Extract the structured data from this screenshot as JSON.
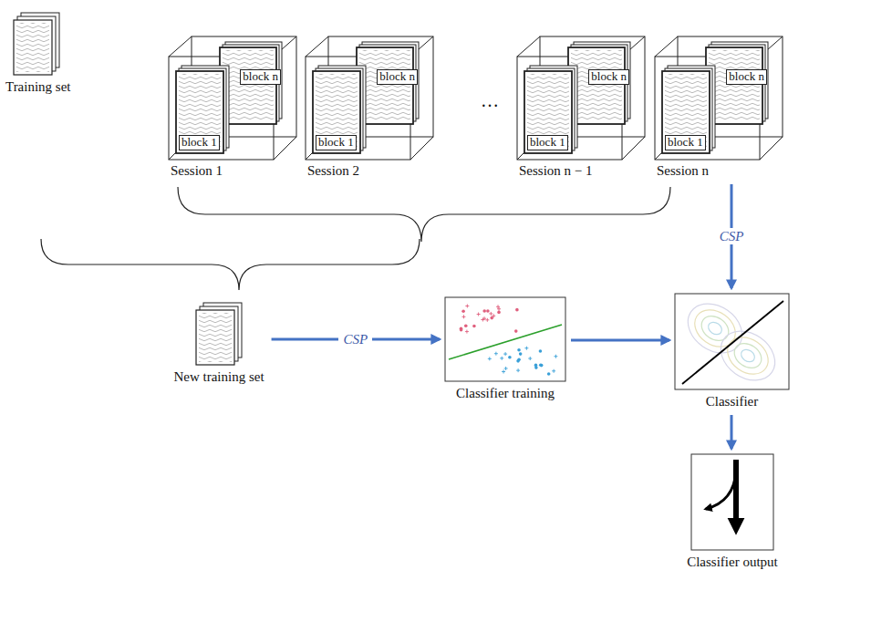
{
  "diagram": {
    "nodes": [
      {
        "text": [
          "Training set"
        ]
      },
      {
        "text": [
          "Session 1"
        ]
      },
      {
        "text": [
          "block 1"
        ],
        "in": 1
      },
      {
        "text": [
          "block n"
        ],
        "in": 1
      },
      {
        "text": [
          "Session 2"
        ]
      },
      {
        "text": [
          "block 1"
        ],
        "in": 4
      },
      {
        "text": [
          "block n"
        ],
        "in": 4
      },
      {
        "text": [
          "Session n − 1"
        ]
      },
      {
        "text": [
          "block 1"
        ],
        "in": 7
      },
      {
        "text": [
          "block n"
        ],
        "in": 7
      },
      {
        "text": [
          "Session n"
        ]
      },
      {
        "text": [
          "block 1"
        ],
        "in": 10
      },
      {
        "text": [
          "block n"
        ],
        "in": 10
      },
      {
        "text": [
          "New training set"
        ]
      },
      {
        "text": [
          "Classifier training"
        ]
      },
      {
        "text": [
          "Classifier"
        ]
      },
      {
        "text": [
          "Classifier output"
        ]
      }
    ],
    "edges": [
      {
        "from": 13,
        "to": 14,
        "arrow": "to",
        "label": "CSP"
      },
      {
        "from": 14,
        "to": 15,
        "arrow": "to"
      },
      {
        "from": 10,
        "to": 15,
        "arrow": "to",
        "label": "CSP"
      },
      {
        "from": 15,
        "to": 16,
        "arrow": "to"
      }
    ],
    "labels": [
      "…"
    ]
  }
}
